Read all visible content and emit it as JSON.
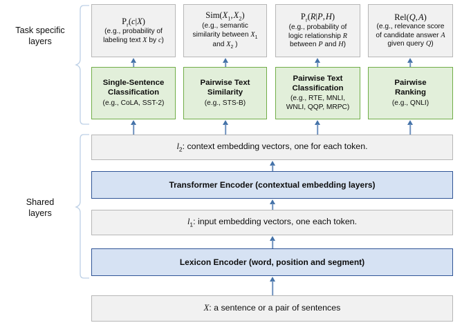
{
  "figure": {
    "side_labels": [
      {
        "id": "task-specific",
        "line1": "Task specific",
        "line2": "layers"
      },
      {
        "id": "shared",
        "line1": "Shared",
        "line2": "layers"
      }
    ],
    "colors": {
      "gray_fill": "#f1f1f1",
      "gray_border": "#b6b6b6",
      "green_fill": "#e2efda",
      "green_border": "#70ad47",
      "blue_fill": "#d6e2f3",
      "blue_border": "#2f5496",
      "arrow": "#4472a8",
      "bracket": "#bdd0e6"
    },
    "output_boxes": [
      {
        "id": "pr-c-given-x",
        "title": "Pr(c|X)",
        "desc_lines": [
          "(e.g., probability of",
          "labeling text X by c)"
        ]
      },
      {
        "id": "sim-x1-x2",
        "title": "Sim(X1, X2)",
        "desc_lines": [
          "(e.g., semantic",
          "similarity between X1",
          "and X2 )"
        ]
      },
      {
        "id": "pr-r-given-p-h",
        "title": "Pr(R|P, H)",
        "desc_lines": [
          "(e.g., probability of",
          "logic relationship R",
          "between P and H)"
        ]
      },
      {
        "id": "rel-q-a",
        "title": "Rel(Q, A)",
        "desc_lines": [
          "(e.g., relevance score",
          "of candidate answer A",
          "given query Q)"
        ]
      }
    ],
    "task_boxes": [
      {
        "id": "single-sentence-classification",
        "heading_lines": [
          "Single-Sentence",
          "Classification"
        ],
        "examples": "(e.g., CoLA, SST-2)"
      },
      {
        "id": "pairwise-text-similarity",
        "heading_lines": [
          "Pairwise Text",
          "Similarity"
        ],
        "examples": "(e.g., STS-B)"
      },
      {
        "id": "pairwise-text-classification",
        "heading_lines": [
          "Pairwise Text",
          "Classification"
        ],
        "examples": "(e.g., RTE, MNLI, WNLI, QQP, MRPC)"
      },
      {
        "id": "pairwise-ranking",
        "heading_lines": [
          "Pairwise",
          "Ranking"
        ],
        "examples": "(e.g., QNLI)"
      }
    ],
    "shared_boxes": [
      {
        "id": "l2-context-embedding",
        "prefix": "l2",
        "text": ": context embedding vectors, one for each token.",
        "style": "gray"
      },
      {
        "id": "transformer-encoder",
        "text": "Transformer Encoder (contextual embedding layers)",
        "style": "blue"
      },
      {
        "id": "l1-input-embedding",
        "prefix": "l1",
        "text": ": input embedding vectors, one each token.",
        "style": "gray"
      },
      {
        "id": "lexicon-encoder",
        "text": "Lexicon Encoder (word, position and segment)",
        "style": "blue"
      },
      {
        "id": "input-x",
        "prefix": "X",
        "text": ": a sentence or a pair of sentences",
        "style": "gray"
      }
    ]
  }
}
